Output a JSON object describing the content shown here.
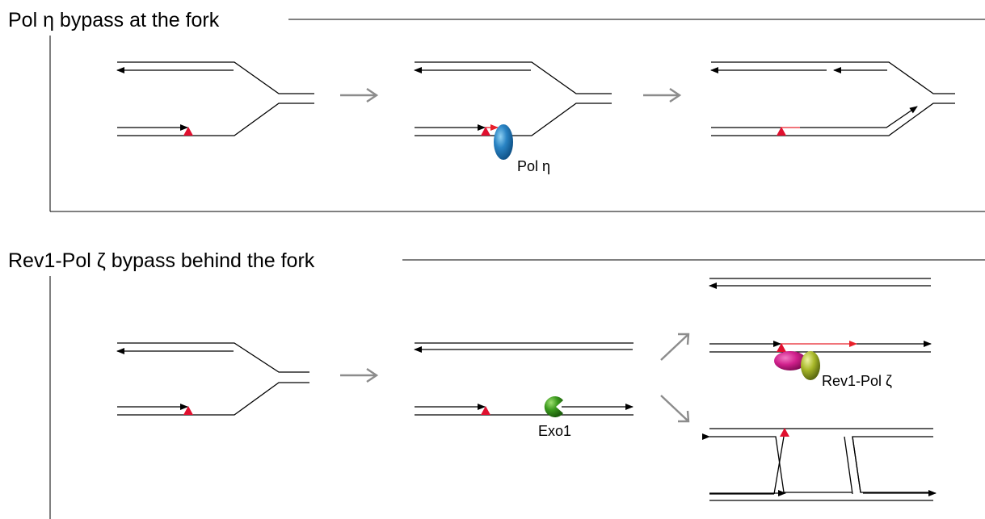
{
  "panels": {
    "top": {
      "title": "Pol η bypass at the fork"
    },
    "bottom": {
      "title": "Rev1-Pol ζ bypass behind the fork"
    }
  },
  "labels": {
    "pol_eta": "Pol η",
    "exo1": "Exo1",
    "rev1_pol_zeta": "Rev1-Pol ζ"
  },
  "colors": {
    "strand": "#000000",
    "lesion": "#e0102f",
    "new_synthesis": "#e8202a",
    "step_arrow": "#8c8c8c",
    "frame": "#000000",
    "pol_eta": "#2a84c4",
    "exo1": "#3c9a1e",
    "rev1": "#d0208c",
    "pol_zeta": "#a8b82a"
  }
}
